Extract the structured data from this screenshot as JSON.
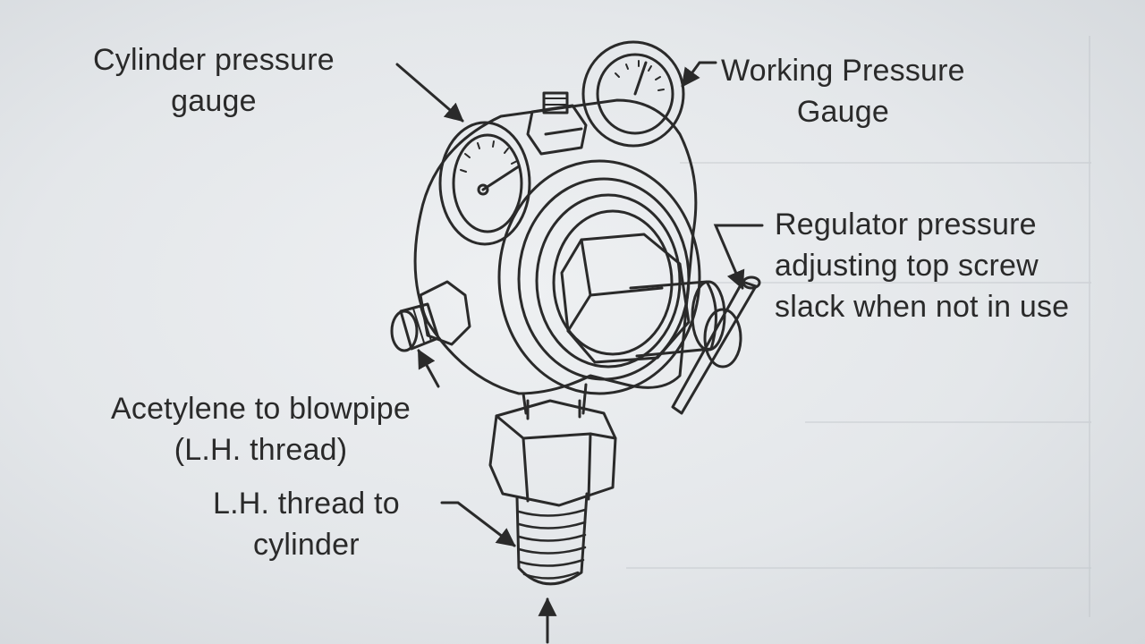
{
  "labels": {
    "cylinder_gauge": [
      "Cylinder pressure",
      "gauge"
    ],
    "working_gauge": [
      "Working Pressure",
      "Gauge"
    ],
    "regulator_screw": [
      "Regulator pressure",
      "adjusting top screw",
      "slack when not in use"
    ],
    "acetylene_outlet": [
      "Acetylene to blowpipe",
      "(L.H. thread)"
    ],
    "cylinder_thread": [
      "L.H. thread to",
      "cylinder"
    ]
  },
  "colors": {
    "paper": "#e6e9ec",
    "ink": "#2a2a2a"
  }
}
